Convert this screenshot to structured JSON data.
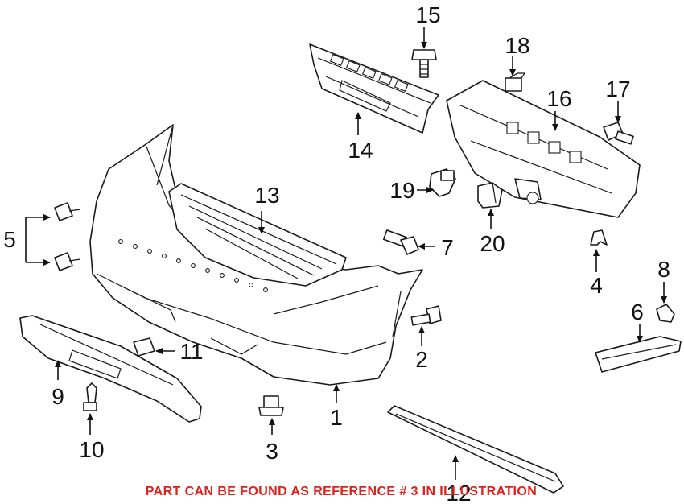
{
  "callouts": {
    "c1": "1",
    "c2": "2",
    "c3": "3",
    "c4": "4",
    "c5": "5",
    "c6": "6",
    "c7": "7",
    "c8": "8",
    "c9": "9",
    "c10": "10",
    "c11": "11",
    "c12": "12",
    "c13": "13",
    "c14": "14",
    "c15": "15",
    "c16": "16",
    "c17": "17",
    "c18": "18",
    "c19": "19",
    "c20": "20"
  },
  "footer": {
    "note": "PART CAN BE FOUND AS REFERENCE # 3 IN ILLUSTRATION",
    "note_color": "#e0201c"
  }
}
